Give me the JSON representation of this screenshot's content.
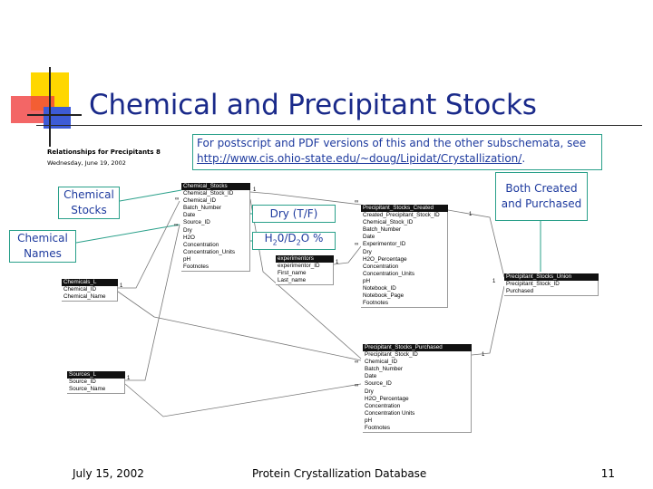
{
  "slide": {
    "title": "Chemical and Precipitant Stocks",
    "relationships_title": "Relationships for Precipitants 8",
    "relationships_date": "Wednesday, June 19, 2002"
  },
  "callouts": {
    "postscript_text": "For postscript and PDF versions of this and the other subschemata, see",
    "postscript_link": "http://www.cis.ohio-state.edu/~doug/Lipidat/Crystallization/",
    "postscript_suffix": ".",
    "chemical_stocks": "Chemical Stocks",
    "chemical_names": "Chemical Names",
    "dry": "Dry (T/F)",
    "h2o_prefix": "H",
    "h2o_sub1": "2",
    "h2o_mid": "0/D",
    "h2o_sub2": "2",
    "h2o_suffix": "O %",
    "both": "Both Created and Purchased"
  },
  "tables": {
    "chemical_stocks": {
      "name": "Chemical_Stocks",
      "fields": [
        "Chemical_Stock_ID",
        "Chemical_ID",
        "Batch_Number",
        "Date",
        "Source_ID",
        "Dry",
        "H2O",
        "Concentration",
        "Concentration_Units",
        "pH",
        "Footnotes"
      ]
    },
    "chemicals": {
      "name": "Chemicals_L",
      "fields": [
        "Chemical_ID",
        "Chemical_Name"
      ]
    },
    "sources": {
      "name": "Sources_L",
      "fields": [
        "Source_ID",
        "Source_Name"
      ]
    },
    "experimentors": {
      "name": "experimentors",
      "fields": [
        "experimentor_ID",
        "First_name",
        "Last_name"
      ]
    },
    "created": {
      "name": "Precipitant_Stocks_Created",
      "fields": [
        "Created_Precipitant_Stock_ID",
        "Chemical_Stock_ID",
        "Batch_Number",
        "Date",
        "Experimentor_ID",
        "Dry",
        "H2O_Percentage",
        "Concentration",
        "Concentration_Units",
        "pH",
        "Notebook_ID",
        "Notebook_Page",
        "Footnotes"
      ]
    },
    "union": {
      "name": "Precipitant_Stocks_Union",
      "fields": [
        "Precipitant_Stock_ID",
        "Purchased"
      ]
    },
    "purchased": {
      "name": "Precipitant_Stocks_Purchased",
      "fields": [
        "Precipitant_Stock_ID",
        "Chemical_ID",
        "Batch_Number",
        "Date",
        "Source_ID",
        "Dry",
        "H2O_Percentage",
        "Concentration",
        "Concentration Units",
        "pH",
        "Footnotes"
      ]
    }
  },
  "cardinality": {
    "one": "1",
    "many": "∞"
  },
  "footer": {
    "date": "July 15, 2002",
    "title": "Protein Crystallization Database",
    "page": "11"
  }
}
